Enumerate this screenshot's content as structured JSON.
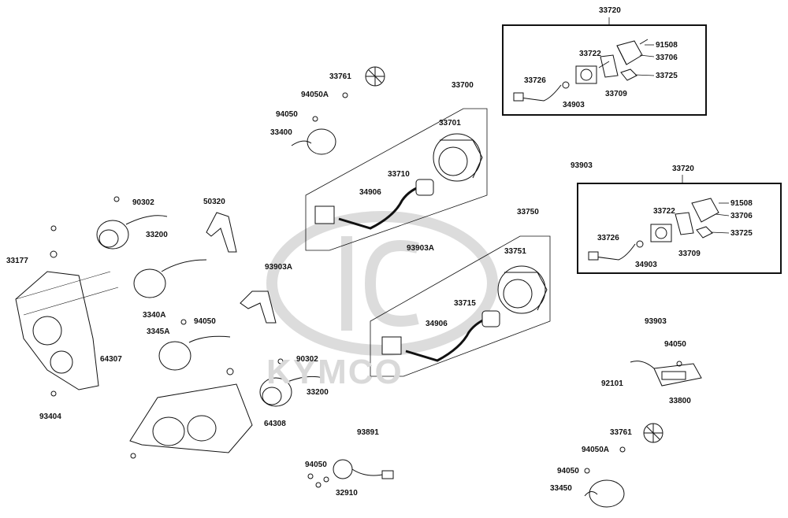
{
  "watermark": "KYMCO",
  "labels": {
    "p33720_top": "33720",
    "p91508_top": "91508",
    "p33722_top": "33722",
    "p33706_top": "33706",
    "p33726_top": "33726",
    "p33725_top": "33725",
    "p33709_top": "33709",
    "p34903_top": "34903",
    "p33761_top": "33761",
    "p94050A_top": "94050A",
    "p94050_top": "94050",
    "p33400": "33400",
    "p33700": "33700",
    "p33701": "33701",
    "p33710": "33710",
    "p34906_top": "34906",
    "p93903_top": "93903",
    "p33720_mid": "33720",
    "p91508_mid": "91508",
    "p33722_mid": "33722",
    "p33706_mid": "33706",
    "p33726_mid": "33726",
    "p33725_mid": "33725",
    "p34903_mid": "34903",
    "p33709_mid": "33709",
    "p93903_mid": "93903",
    "p90302_top": "90302",
    "p50320": "50320",
    "p33200_top": "33200",
    "p33177": "33177",
    "p93903A_left": "93903A",
    "p33750": "33750",
    "p93903A_mid": "93903A",
    "p33751": "33751",
    "p3340A": "3340A",
    "p94050_left": "94050",
    "p3345A": "3345A",
    "p33715": "33715",
    "p34906_bot": "34906",
    "p64307": "64307",
    "p90302_bot": "90302",
    "p33200_bot": "33200",
    "p94050_right": "94050",
    "p92101": "92101",
    "p33800": "33800",
    "p93404": "93404",
    "p64308": "64308",
    "p93891": "93891",
    "p33761_bot": "33761",
    "p94050A_bot": "94050A",
    "p94050_bot1": "94050",
    "p94050_bot2": "94050",
    "p32910": "32910",
    "p33450": "33450"
  }
}
